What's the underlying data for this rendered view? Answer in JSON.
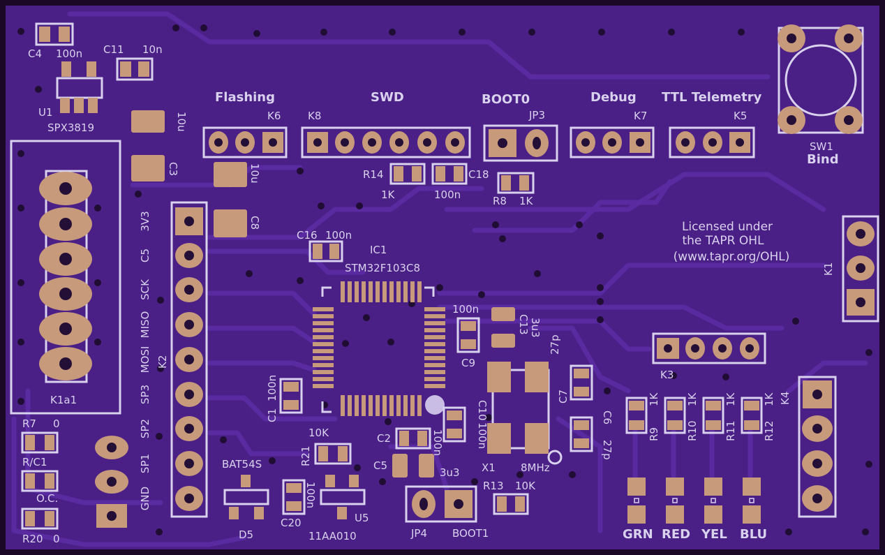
{
  "colors": {
    "board": "#4a1f86",
    "edge": "#1a0826",
    "pad": "#c89a7c",
    "pad_dark": "#9e6b5a",
    "silk": "#d9d2ee",
    "trace": "#5a2aa0",
    "hole": "#241036"
  },
  "header_labels": {
    "flashing": "Flashing",
    "swd": "SWD",
    "boot0": "BOOT0",
    "debug": "Debug",
    "ttl_telemetry": "TTL Telemetry"
  },
  "refs": {
    "k6": "K6",
    "k8": "K8",
    "jp3": "JP3",
    "k7": "K7",
    "k5": "K5",
    "sw1": "SW1",
    "sw1_value": "Bind",
    "c4": "C4",
    "c4_value": "100n",
    "c11": "C11",
    "c11_value": "10n",
    "u1": "U1",
    "u1_value": "SPX3819",
    "c3_value": "10u",
    "c3": "C3",
    "c8_value": "10u",
    "c8": "C8",
    "r14": "R14",
    "r14_value": "1K",
    "c18": "C18",
    "c18_value": "100n",
    "r8": "R8",
    "r8_value": "1K",
    "c16": "C16",
    "c16_value": "100n",
    "ic1": "IC1",
    "ic1_value": "STM32F103C8",
    "c9": "C9",
    "c9_value": "100n",
    "c13": "C13",
    "c13_value": "3u3",
    "k1": "K1",
    "k1a1": "K1a1",
    "k2": "K2",
    "k3": "K3",
    "k4": "K4",
    "x1": "X1",
    "x1_value": "8MHz",
    "c7": "C7",
    "c7_value": "27p",
    "c6": "C6",
    "c6_value": "27p",
    "c1": "C1",
    "c1_value": "100n",
    "c10": "C10",
    "c10_value": "100n",
    "c2": "C2",
    "c2_value": "100n",
    "c5": "C5",
    "c5_value": "3u3",
    "r21": "R21",
    "r21_value": "10K",
    "c20": "C20",
    "c20_value": "100n",
    "u5": "U5",
    "u5_value": "11AA010",
    "d5": "D5",
    "d5_value": "BAT54S",
    "jp4": "JP4",
    "boot1": "BOOT1",
    "r13": "R13",
    "r13_value": "10K",
    "r7": "R7",
    "r7_value": "0",
    "rc1": "R/C1",
    "oc": "O.C.",
    "r20": "R20",
    "r20_value": "0",
    "r9": "R9",
    "r10": "R10",
    "r11": "R11",
    "r12": "R12",
    "r_led_value": "1K"
  },
  "k2_pins": [
    "3V3",
    "C5",
    "SCK",
    "MISO",
    "MOSI",
    "SP3",
    "SP2",
    "SP1",
    "GND"
  ],
  "led_labels": [
    "GRN",
    "RED",
    "YEL",
    "BLU"
  ],
  "license": {
    "line1": "Licensed under",
    "line2": "the TAPR OHL",
    "line3": "(www.tapr.org/OHL)"
  }
}
